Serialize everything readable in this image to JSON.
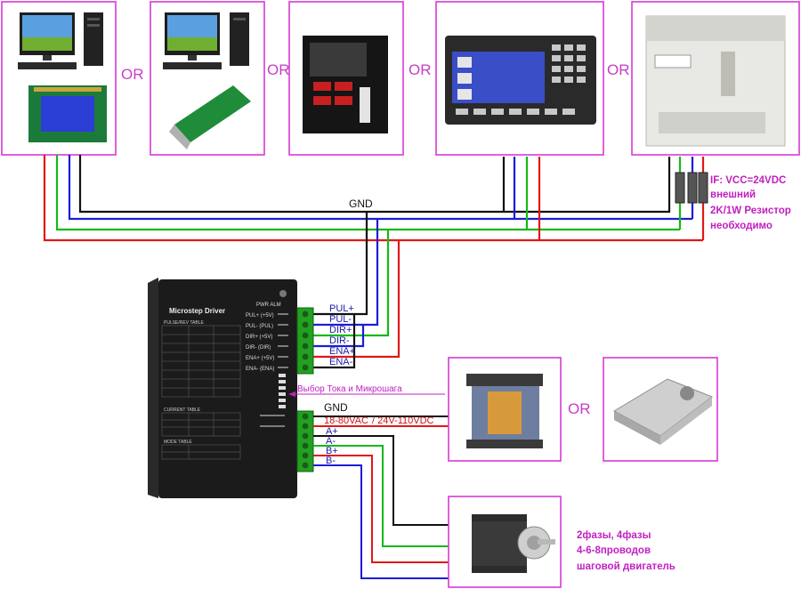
{
  "sources": {
    "or_label": "OR",
    "gnd_label": "GND"
  },
  "driver": {
    "title": "Microstep Driver",
    "pwr_label": "PWR ALM",
    "input_labels": [
      "PUL+ (+5V)",
      "PUL- (PUL)",
      "DIR+ (+5V)",
      "DIR- (DIR)",
      "ENA+ (+5V)",
      "ENA- (ENA)"
    ],
    "current_table_label": "CURRENT TABLE",
    "pulse_table_label": "PULSE/REV TABLE",
    "mode_table_label": "MODE TABLE"
  },
  "terminals": {
    "pul_plus": "PUL+",
    "pul_minus": "PUL-",
    "dir_plus": "DIR+",
    "dir_minus": "DIR-",
    "ena_plus": "ENA+",
    "ena_minus": "ENA-",
    "gnd": "GND",
    "power_main": "18-80VAC",
    "power_alt": " / 24V-110VDC",
    "a_plus": "A+",
    "a_minus": "A-",
    "b_plus": "B+",
    "b_minus": "B-"
  },
  "annotations": {
    "current_select": "Выбор Тока и Микрошага",
    "resistor_note": [
      "IF: VCC=24VDC",
      "внешний",
      "2K/1W Резистор",
      "необходимо"
    ],
    "motor_note": [
      "2фазы, 4фазы",
      "4-6-8проводов",
      "шаговой двигатель"
    ]
  },
  "wire_colors": {
    "black": "#111111",
    "blue": "#1c1cd8",
    "green": "#17b817",
    "red": "#e01818",
    "annotation": "#c020c0"
  }
}
